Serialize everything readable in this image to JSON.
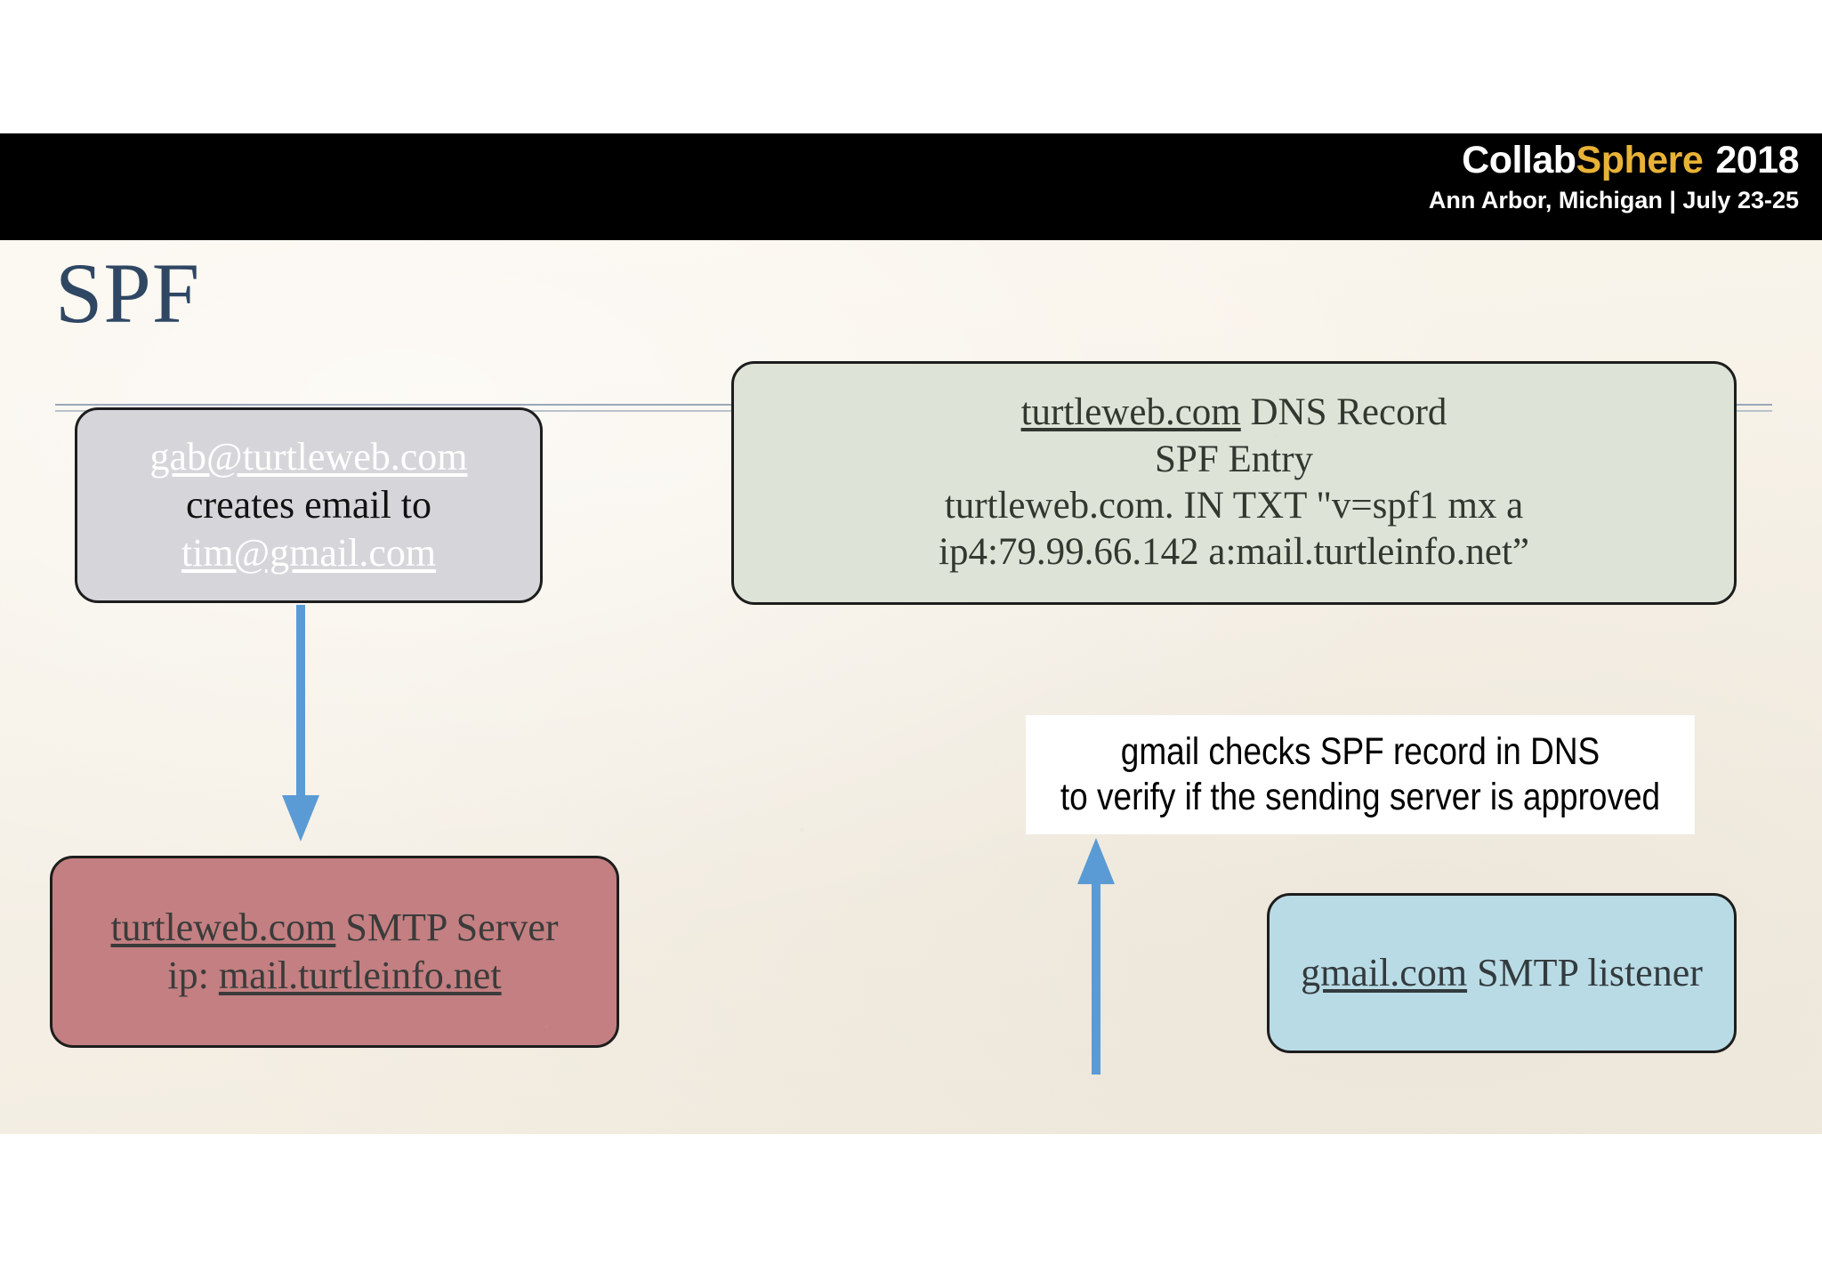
{
  "banner": {
    "brand_part1": "Collab",
    "brand_part2": "Sphere",
    "year": "2018",
    "subtitle": "Ann Arbor, Michigan | July 23-25",
    "bg_color": "#000000",
    "accent_color": "#e8b237"
  },
  "slide": {
    "title": "SPF",
    "title_color": "#2f4763",
    "background_color": "#f6f1e7"
  },
  "nodes": {
    "sender": {
      "name": "sender-mailbox",
      "line1": "gab@turtleweb.com",
      "line2": "creates email  to",
      "line3": "tim@gmail.com",
      "fill": "#d6d6da"
    },
    "dns": {
      "name": "dns-record",
      "line1_link": "turtleweb.com",
      "line1_rest": " DNS Record",
      "line2": "SPF Entry",
      "line3": "turtleweb.com.  IN TXT \"v=spf1 mx a",
      "line4": "ip4:79.99.66.142 a:mail.turtleinfo.net”",
      "fill": "#dde4d7"
    },
    "smtp_server": {
      "name": "sending-smtp-server",
      "line1_link": "turtleweb.com",
      "line1_rest": " SMTP Server",
      "line2_prefix": "ip: ",
      "line2_link": "mail.turtleinfo.net",
      "fill": "#c37f81"
    },
    "gmail_listener": {
      "name": "gmail-smtp-listener",
      "line1_link": "gmail.com",
      "line1_rest": " SMTP listener",
      "fill": "#b9dbe5"
    }
  },
  "callout": {
    "line1": "gmail checks SPF record in DNS",
    "line2": "to verify if the sending server is approved",
    "fill": "#ffffff"
  },
  "arrows": {
    "color": "#5b9bd5",
    "down": "arrow-down-icon",
    "up": "arrow-up-icon",
    "right": "arrow-right-icon"
  },
  "icons": {
    "hand": "stop-hand-icon",
    "hand_color": "#5b81b0"
  }
}
